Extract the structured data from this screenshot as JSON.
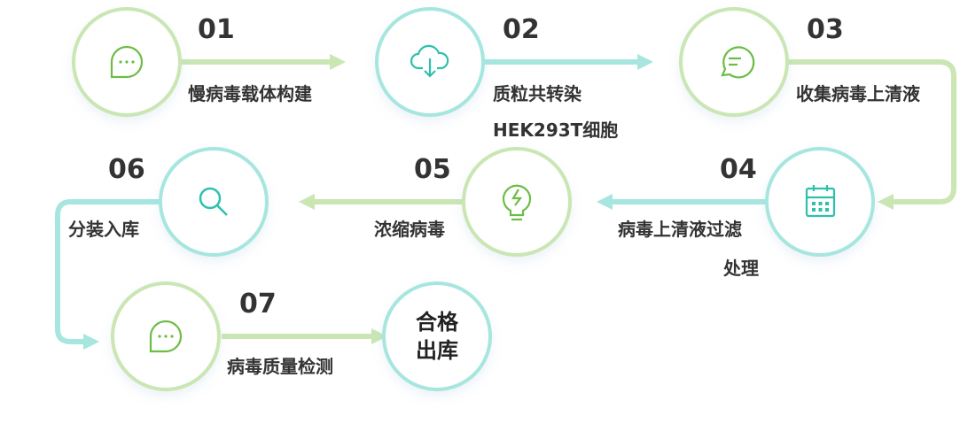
{
  "colors": {
    "green": "#c9e6b3",
    "teal": "#a6e6df",
    "icon_green": "#6cbd45",
    "icon_teal": "#2fc0ad",
    "text": "#333333"
  },
  "steps": [
    {
      "num": "01",
      "label": "慢病毒载体构建",
      "icon": "chat-bubble-icon"
    },
    {
      "num": "02",
      "label": "质粒共转染",
      "label2": "HEK293T细胞",
      "icon": "cloud-download-icon"
    },
    {
      "num": "03",
      "label": "收集病毒上清液",
      "icon": "message-icon"
    },
    {
      "num": "04",
      "label": "病毒上清液过滤",
      "label2": "处理",
      "icon": "calendar-icon"
    },
    {
      "num": "05",
      "label": "浓缩病毒",
      "icon": "lightbulb-icon"
    },
    {
      "num": "06",
      "label": "分装入库",
      "icon": "search-icon"
    },
    {
      "num": "07",
      "label": "病毒质量检测",
      "icon": "chat-bubble-icon"
    }
  ],
  "final": {
    "line1": "合格",
    "line2": "出库"
  }
}
